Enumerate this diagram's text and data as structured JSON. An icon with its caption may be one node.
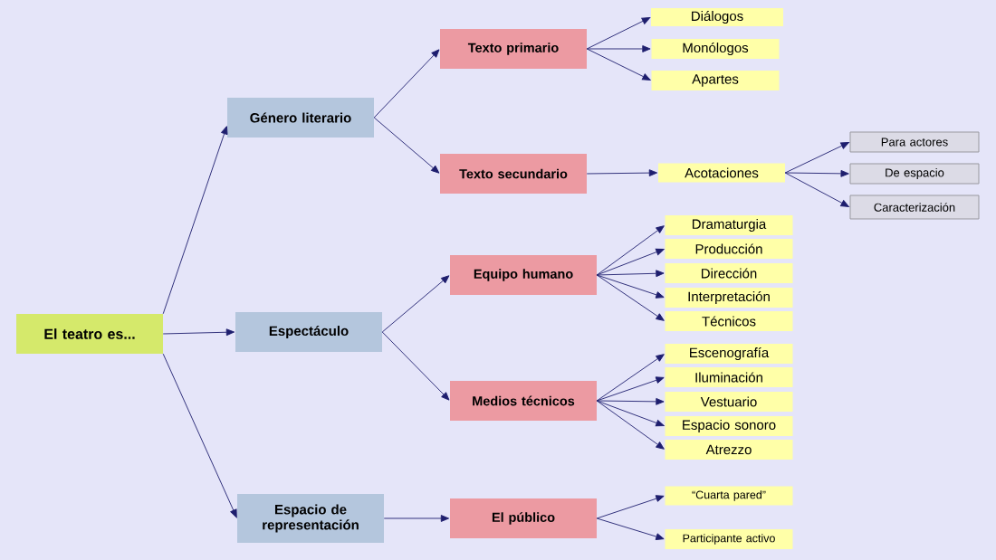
{
  "diagram": {
    "nodes": [
      {
        "text": [
          "El teatro es..."
        ]
      },
      {
        "text": [
          "Género literario"
        ]
      },
      {
        "text": [
          "Espectáculo"
        ]
      },
      {
        "text": [
          "Espacio de representación"
        ]
      },
      {
        "text": [
          "Texto primario"
        ]
      },
      {
        "text": [
          "Texto secundario"
        ]
      },
      {
        "text": [
          "Equipo humano"
        ]
      },
      {
        "text": [
          "Medios técnicos"
        ]
      },
      {
        "text": [
          "El público"
        ]
      },
      {
        "text": [
          "Diálogos"
        ]
      },
      {
        "text": [
          "Monólogos"
        ]
      },
      {
        "text": [
          "Apartes"
        ]
      },
      {
        "text": [
          "Acotaciones"
        ]
      },
      {
        "text": [
          "Para actores"
        ]
      },
      {
        "text": [
          "De espacio"
        ]
      },
      {
        "text": [
          "Caracterización"
        ]
      },
      {
        "text": [
          "Dramaturgia"
        ]
      },
      {
        "text": [
          "Producción"
        ]
      },
      {
        "text": [
          "Dirección"
        ]
      },
      {
        "text": [
          "Interpretación"
        ]
      },
      {
        "text": [
          "Técnicos"
        ]
      },
      {
        "text": [
          "Escenografía"
        ]
      },
      {
        "text": [
          "Iluminación"
        ]
      },
      {
        "text": [
          "Vestuario"
        ]
      },
      {
        "text": [
          "Espacio sonoro"
        ]
      },
      {
        "text": [
          "Atrezzo"
        ]
      },
      {
        "text": [
          "“Cuarta pared”"
        ]
      },
      {
        "text": [
          "Participante activo"
        ]
      }
    ],
    "edges": [
      {
        "from": 0,
        "to": 1,
        "arrow": "to"
      },
      {
        "from": 0,
        "to": 2,
        "arrow": "to"
      },
      {
        "from": 0,
        "to": 3,
        "arrow": "to"
      },
      {
        "from": 1,
        "to": 4,
        "arrow": "to"
      },
      {
        "from": 1,
        "to": 5,
        "arrow": "to"
      },
      {
        "from": 2,
        "to": 6,
        "arrow": "to"
      },
      {
        "from": 2,
        "to": 7,
        "arrow": "to"
      },
      {
        "from": 3,
        "to": 8,
        "arrow": "to"
      },
      {
        "from": 4,
        "to": 9,
        "arrow": "to"
      },
      {
        "from": 4,
        "to": 10,
        "arrow": "to"
      },
      {
        "from": 4,
        "to": 11,
        "arrow": "to"
      },
      {
        "from": 5,
        "to": 12,
        "arrow": "to"
      },
      {
        "from": 12,
        "to": 13,
        "arrow": "to"
      },
      {
        "from": 12,
        "to": 14,
        "arrow": "to"
      },
      {
        "from": 12,
        "to": 15,
        "arrow": "to"
      },
      {
        "from": 6,
        "to": 16,
        "arrow": "to"
      },
      {
        "from": 6,
        "to": 17,
        "arrow": "to"
      },
      {
        "from": 6,
        "to": 18,
        "arrow": "to"
      },
      {
        "from": 6,
        "to": 19,
        "arrow": "to"
      },
      {
        "from": 6,
        "to": 20,
        "arrow": "to"
      },
      {
        "from": 7,
        "to": 21,
        "arrow": "to"
      },
      {
        "from": 7,
        "to": 22,
        "arrow": "to"
      },
      {
        "from": 7,
        "to": 23,
        "arrow": "to"
      },
      {
        "from": 7,
        "to": 24,
        "arrow": "to"
      },
      {
        "from": 7,
        "to": 25,
        "arrow": "to"
      },
      {
        "from": 8,
        "to": 26,
        "arrow": "to"
      },
      {
        "from": 8,
        "to": 27,
        "arrow": "to"
      }
    ]
  }
}
